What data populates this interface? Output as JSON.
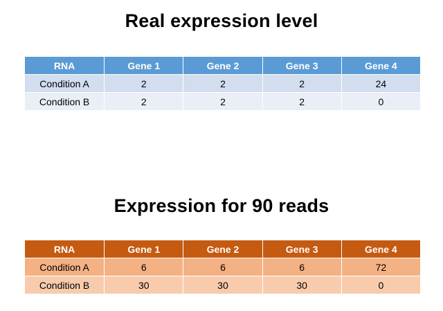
{
  "section1": {
    "title": "Real expression level",
    "header": [
      "RNA",
      "Gene 1",
      "Gene 2",
      "Gene 3",
      "Gene 4"
    ],
    "rows": [
      [
        "Condition A",
        "2",
        "2",
        "2",
        "24"
      ],
      [
        "Condition B",
        "2",
        "2",
        "2",
        "0"
      ]
    ],
    "header_color": "#5b9bd5",
    "row_colors": [
      "#d2deef",
      "#eaeff7"
    ]
  },
  "section2": {
    "title": "Expression for 90 reads",
    "header": [
      "RNA",
      "Gene 1",
      "Gene 2",
      "Gene 3",
      "Gene 4"
    ],
    "rows": [
      [
        "Condition A",
        "6",
        "6",
        "6",
        "72"
      ],
      [
        "Condition B",
        "30",
        "30",
        "30",
        "0"
      ]
    ],
    "header_color": "#c55a11",
    "row_colors": [
      "#f4b183",
      "#f8cbad"
    ]
  }
}
